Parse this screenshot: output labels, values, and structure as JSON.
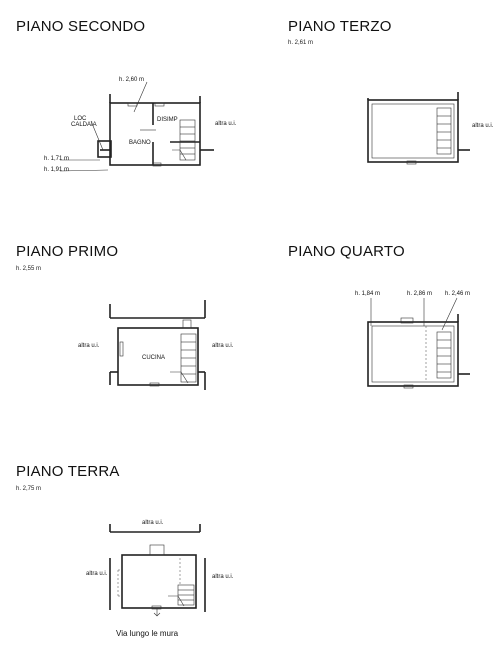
{
  "floors": {
    "secondo": {
      "title": "PIANO SECONDO",
      "height": "h. 2,60 m",
      "rooms": {
        "loc": "LOC",
        "caldaia": "CALDAIA",
        "disimp": "DISIMP",
        "bagno": "BAGNO"
      },
      "heights": [
        "h. 1,71 m",
        "h. 1,91 m"
      ],
      "other_unit": "altra u.i."
    },
    "terzo": {
      "title": "PIANO TERZO",
      "height": "h. 2,61 m",
      "other_unit": "altra u.i."
    },
    "primo": {
      "title": "PIANO PRIMO",
      "height": "h. 2,55 m",
      "room": "CUCINA",
      "other_unit_left": "altra u.i.",
      "other_unit_right": "altra u.i."
    },
    "quarto": {
      "title": "PIANO QUARTO",
      "heights": [
        "h. 1,84 m",
        "h. 2,86 m",
        "h. 2,46 m"
      ]
    },
    "terra": {
      "title": "PIANO TERRA",
      "height": "h. 2,75 m",
      "other_unit_top": "altra u.i.",
      "other_unit_left": "altra u.i.",
      "other_unit_right": "altra u.i.",
      "street": "Via lungo le mura"
    }
  }
}
